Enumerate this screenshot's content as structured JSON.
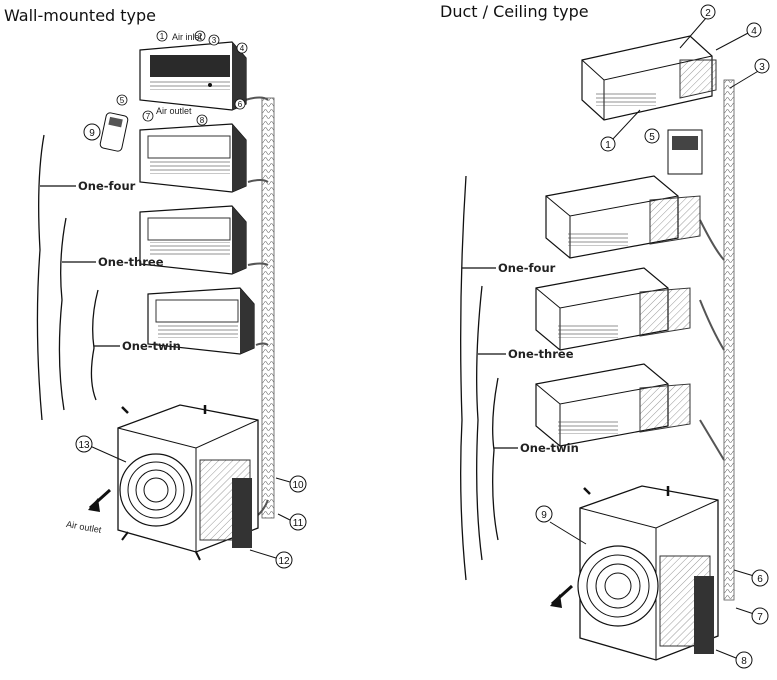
{
  "headings": {
    "wall": "Wall-mounted type",
    "duct": "Duct / Ceiling type"
  },
  "wall": {
    "group_labels": [
      "One-four",
      "One-three",
      "One-twin"
    ],
    "air_inlet": "Air inlet",
    "air_outlet_indoor": "Air outlet",
    "air_outlet_outdoor": "Air outlet",
    "callouts": [
      "1",
      "2",
      "3",
      "4",
      "5",
      "6",
      "7",
      "8",
      "9",
      "10",
      "11",
      "12",
      "13"
    ]
  },
  "duct": {
    "group_labels": [
      "One-four",
      "One-three",
      "One-twin"
    ],
    "callouts": [
      "1",
      "2",
      "3",
      "4",
      "5",
      "6",
      "7",
      "8",
      "9"
    ]
  }
}
